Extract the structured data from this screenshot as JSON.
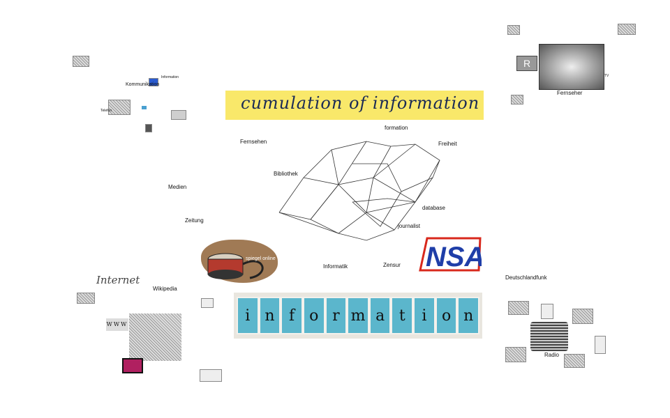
{
  "title": "cumulation of information",
  "center_labels": {
    "fernsehen": "Fernsehen",
    "formation": "formation",
    "freiheit": "Freiheit",
    "bibliothek": "Bibliothek",
    "medien": "Medien",
    "zeitung": "Zeitung",
    "database": "database",
    "journalist": "journalist",
    "spiegel": "spiegel online",
    "informatik": "Informatik",
    "zensur": "Zensur",
    "nsa": "NSA"
  },
  "tiles": [
    "i",
    "n",
    "f",
    "o",
    "r",
    "m",
    "a",
    "t",
    "i",
    "o",
    "n"
  ],
  "clusters": {
    "kommunikation": {
      "title": "Kommunikation",
      "information": "Information",
      "telefon": "Telefon"
    },
    "fernseher": {
      "title": "Fernseher",
      "tv": "TV",
      "r": "R"
    },
    "internet": {
      "title": "Internet",
      "wikipedia": "Wikipedia",
      "www": "WWW"
    },
    "radio": {
      "title": "Radio",
      "deutschlandfunk": "Deutschlandfunk"
    }
  },
  "colors": {
    "banner": "#f9e86a",
    "tile": "#5bb6cc",
    "nsa_blue": "#1f3ea8",
    "nsa_red": "#d8281c"
  }
}
